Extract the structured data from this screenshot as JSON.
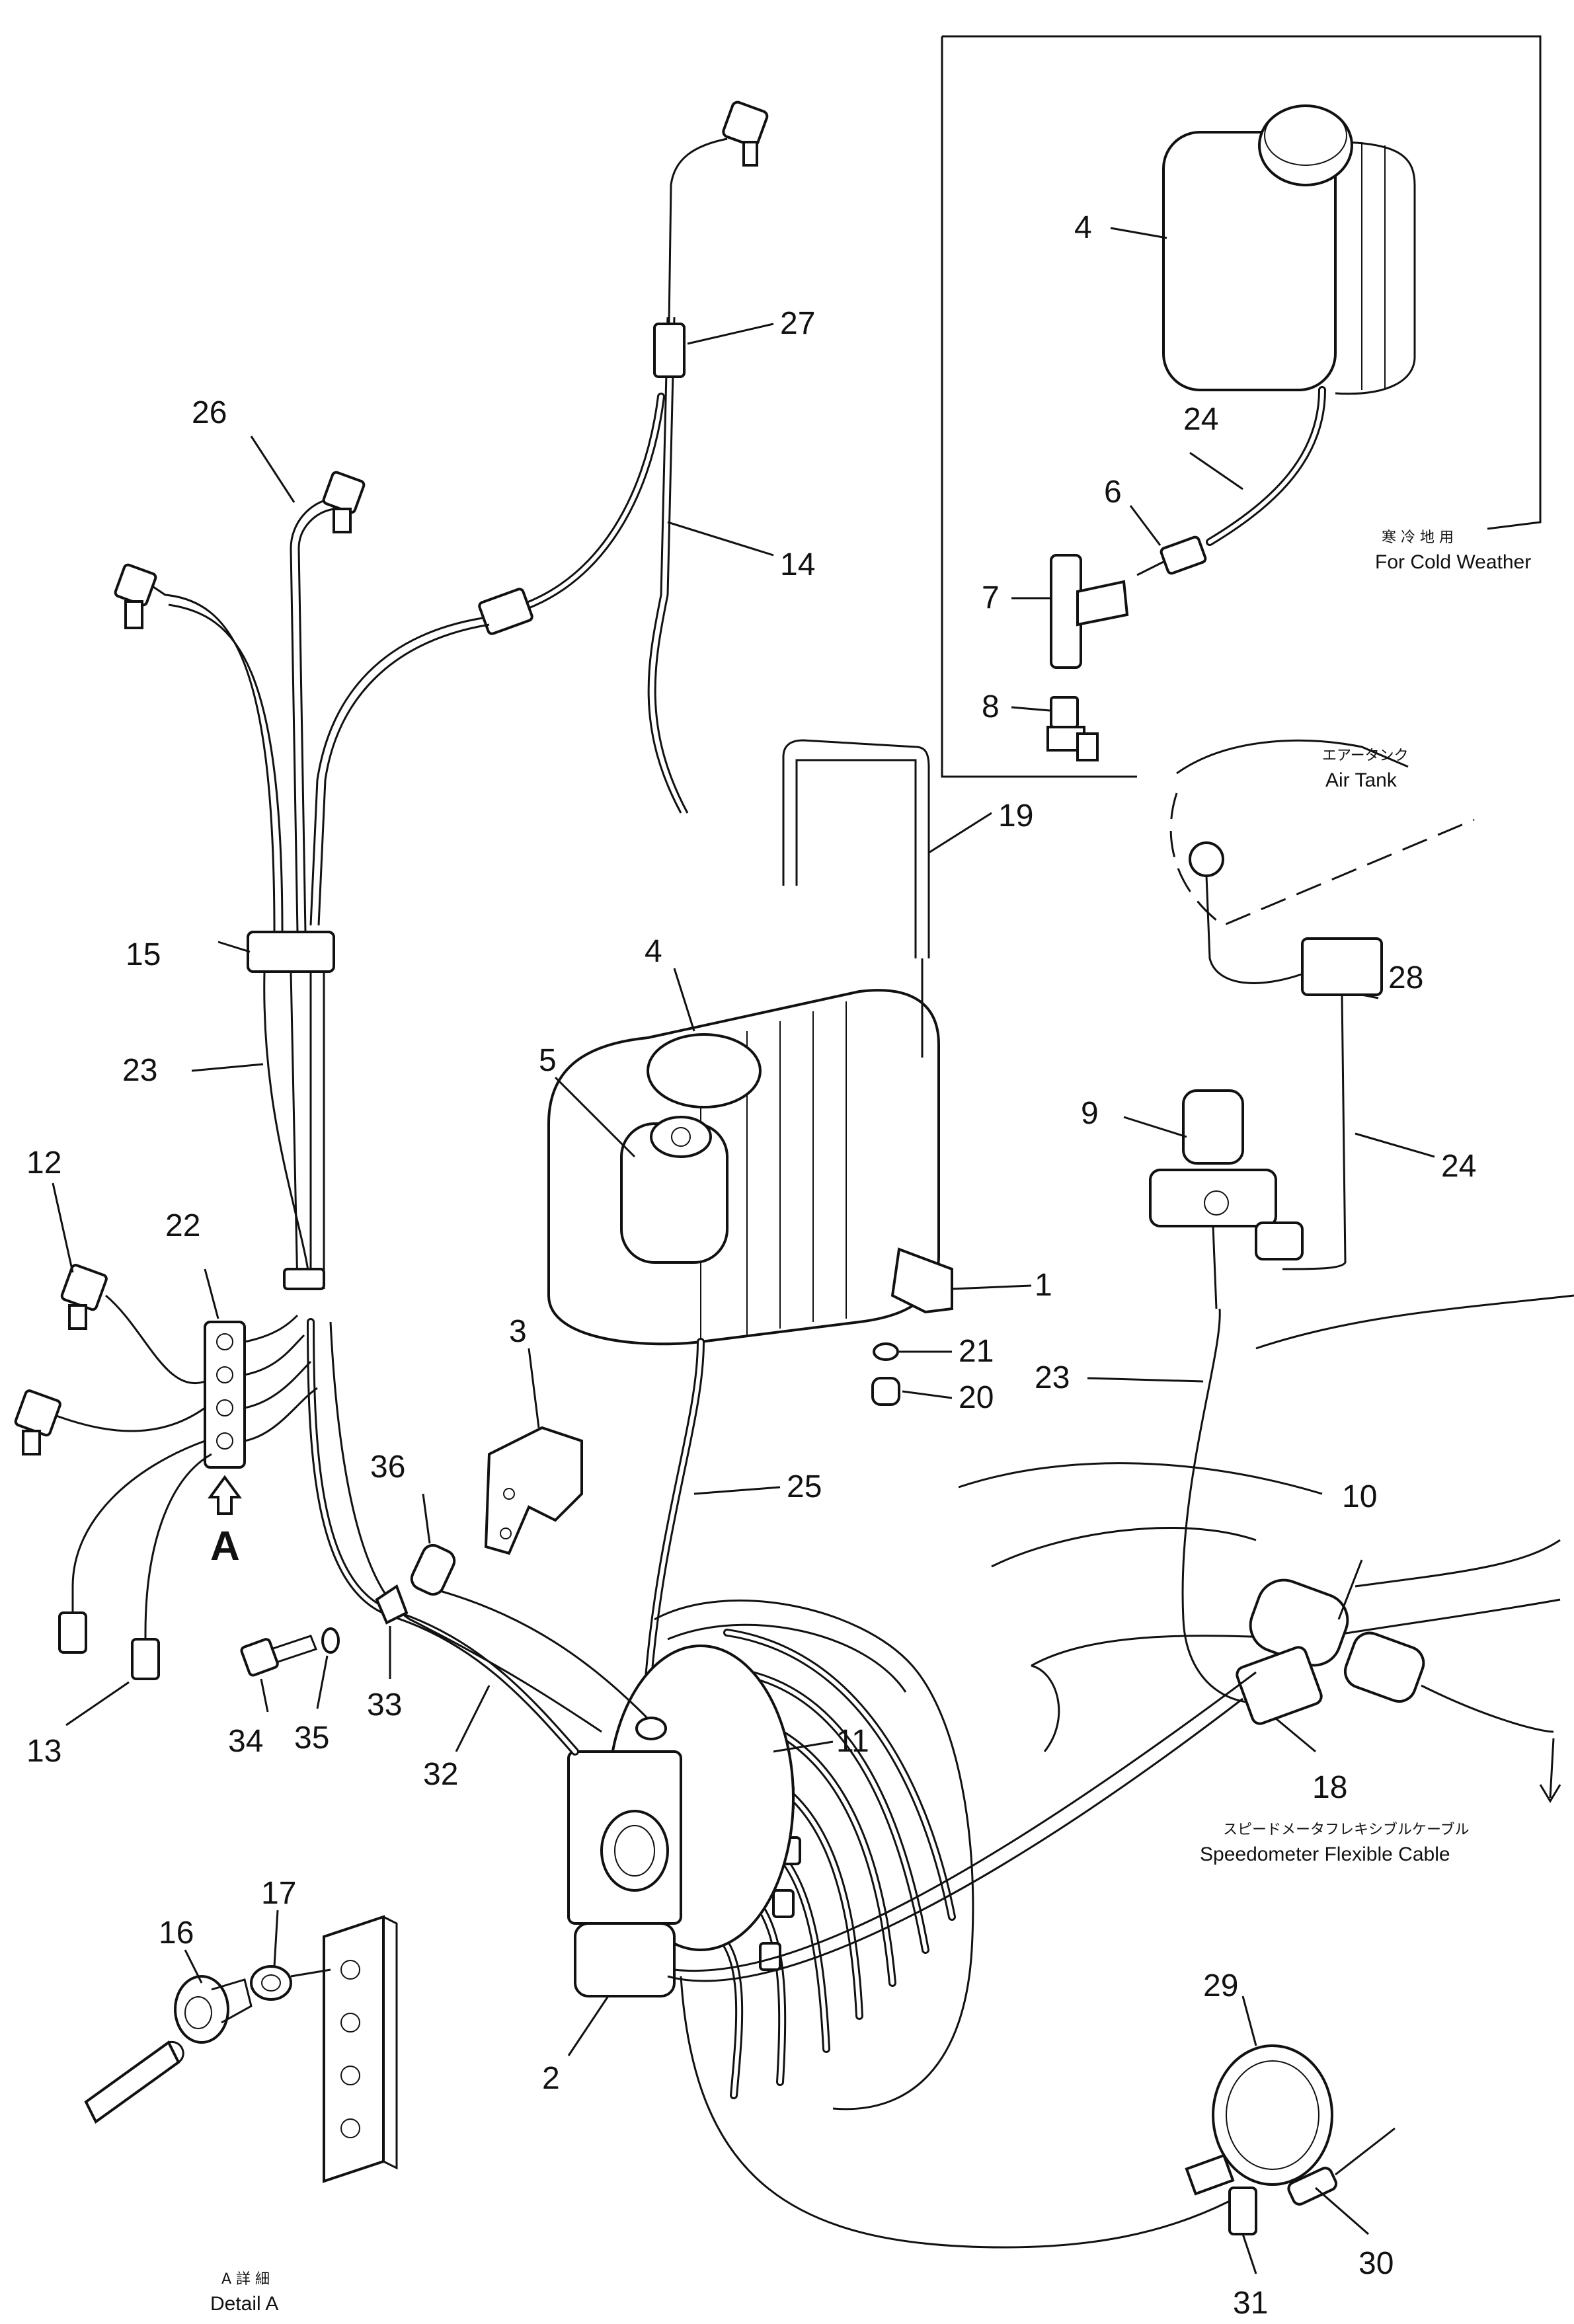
{
  "labels": [
    {
      "id": "1",
      "text": "1"
    },
    {
      "id": "2",
      "text": "2"
    },
    {
      "id": "3",
      "text": "3"
    },
    {
      "id": "4a",
      "text": "4"
    },
    {
      "id": "4b",
      "text": "4"
    },
    {
      "id": "5",
      "text": "5"
    },
    {
      "id": "6",
      "text": "6"
    },
    {
      "id": "7",
      "text": "7"
    },
    {
      "id": "8",
      "text": "8"
    },
    {
      "id": "9",
      "text": "9"
    },
    {
      "id": "10",
      "text": "10"
    },
    {
      "id": "11",
      "text": "11"
    },
    {
      "id": "12",
      "text": "12"
    },
    {
      "id": "13",
      "text": "13"
    },
    {
      "id": "14",
      "text": "14"
    },
    {
      "id": "15",
      "text": "15"
    },
    {
      "id": "16",
      "text": "16"
    },
    {
      "id": "17",
      "text": "17"
    },
    {
      "id": "18",
      "text": "18"
    },
    {
      "id": "19",
      "text": "19"
    },
    {
      "id": "20",
      "text": "20"
    },
    {
      "id": "21",
      "text": "21"
    },
    {
      "id": "22",
      "text": "22"
    },
    {
      "id": "23a",
      "text": "23"
    },
    {
      "id": "23b",
      "text": "23"
    },
    {
      "id": "24a",
      "text": "24"
    },
    {
      "id": "24b",
      "text": "24"
    },
    {
      "id": "25",
      "text": "25"
    },
    {
      "id": "26",
      "text": "26"
    },
    {
      "id": "27",
      "text": "27"
    },
    {
      "id": "28",
      "text": "28"
    },
    {
      "id": "29",
      "text": "29"
    },
    {
      "id": "30",
      "text": "30"
    },
    {
      "id": "31",
      "text": "31"
    },
    {
      "id": "32",
      "text": "32"
    },
    {
      "id": "33",
      "text": "33"
    },
    {
      "id": "34",
      "text": "34"
    },
    {
      "id": "35",
      "text": "35"
    },
    {
      "id": "36",
      "text": "36"
    },
    {
      "id": "A",
      "text": "A"
    }
  ],
  "captions": {
    "cold_weather_jp": "寒 冷 地 用",
    "cold_weather": "For Cold Weather",
    "air_tank_jp": "エアータンク",
    "air_tank": "Air Tank",
    "speedometer_jp": "スピードメータフレキシブルケーブル",
    "speedometer": "Speedometer Flexible Cable",
    "detail_jp": "A  詳  細",
    "detail": "Detail   A"
  }
}
